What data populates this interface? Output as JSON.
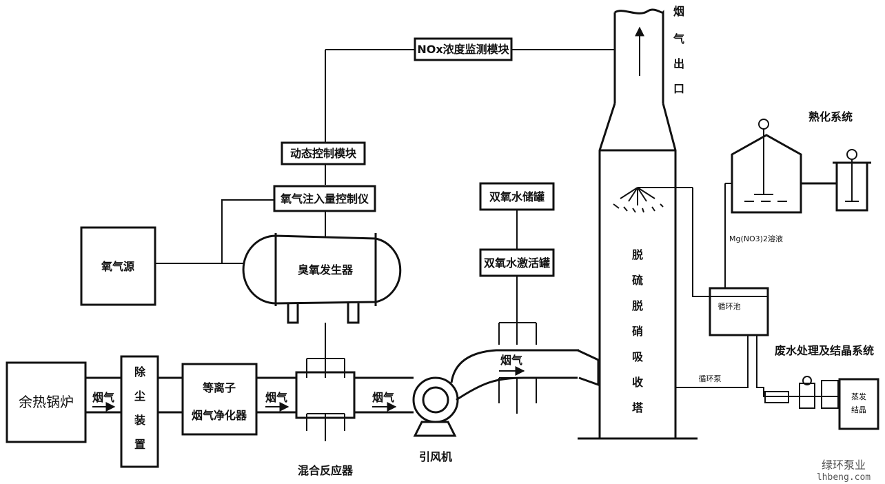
{
  "diagram": {
    "labels": {
      "boiler": "余热锅炉",
      "dust_removal": [
        "除",
        "尘",
        "装",
        "置"
      ],
      "plasma_purifier": [
        "等离子",
        "烟气净化器"
      ],
      "mixing_reactor": "混合反应器",
      "induced_fan": "引风机",
      "oxygen_source": "氧气源",
      "ozone_generator": "臭氧发生器",
      "oxygen_injection_controller": "氧气注入量控制仪",
      "dynamic_control_module": "动态控制模块",
      "nox_monitor_module": "NOx浓度监测模块",
      "h2o2_storage_tank": "双氧水储罐",
      "h2o2_activation_tank": "双氧水激活罐",
      "absorption_tower": [
        "脱",
        "硫",
        "脱",
        "硝",
        "吸",
        "收",
        "塔"
      ],
      "flue_gas_outlet": [
        "烟",
        "气",
        "出",
        "口"
      ],
      "curing_system": "熟化系统",
      "wastewater_system": "废水处理及结晶系统",
      "circulation_pool": "循环池",
      "circulation_pump": "循环泵",
      "mg_transfer": "Mg(NO3)2溶液",
      "evaporator": [
        "蒸发",
        "结晶"
      ],
      "flue_gas": "烟气"
    },
    "watermark": {
      "cn": "绿环泵业",
      "url": "lhbeng.com"
    }
  }
}
